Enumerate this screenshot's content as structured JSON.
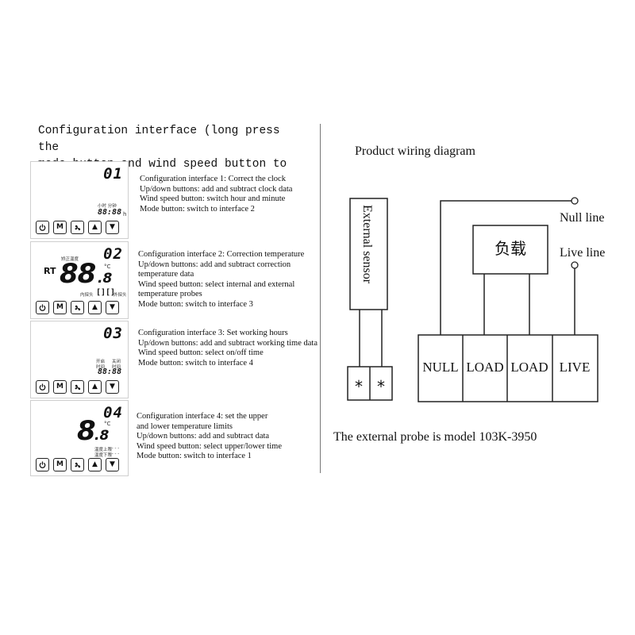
{
  "left": {
    "title_line1": "Configuration interface (long press the",
    "title_line2": "mode button and wind speed button to enter)"
  },
  "buttons": {
    "power": "power-icon",
    "mode": "M",
    "fan": "fan-icon",
    "up": "▲",
    "down": "▼"
  },
  "panels": [
    {
      "code": "01",
      "display": {
        "hour_minute_label": "小时 分钟",
        "time": "88:88",
        "unit": "h"
      },
      "desc": [
        "Configuration interface 1: Correct the clock",
        "Up/down buttons: add and subtract clock data",
        "Wind speed button: switch hour and minute",
        "Mode button: switch to interface 2"
      ]
    },
    {
      "code": "02",
      "display": {
        "rt": "RT",
        "label": "矫正温度",
        "big": "88",
        "small": ".8",
        "unit": "°C",
        "internal": "内探头",
        "brackets": "[][]",
        "external": "外探头"
      },
      "desc": [
        "Configuration interface 2: Correction temperature",
        "Up/down buttons: add and subtract correction",
        "temperature data",
        "Wind speed button: select internal and external",
        "temperature probes",
        "Mode button: switch to interface 3"
      ]
    },
    {
      "code": "03",
      "display": {
        "on_label": "开启",
        "off_label": "关闭",
        "time_label": "时间",
        "time_label2": "时间",
        "time": "88:88"
      },
      "desc": [
        "Configuration interface 3: Set working hours",
        "Up/down buttons: add and subtract working time data",
        "Wind speed button: select on/off time",
        "Mode button: switch to interface 4"
      ]
    },
    {
      "code": "04",
      "display": {
        "big": "8",
        "small": ".8",
        "unit": "°C",
        "upper": "温度上限",
        "lower": "温度下限",
        "dashes": "- - - -"
      },
      "desc": [
        "Configuration interface 4: set the upper",
        "and lower temperature limits",
        "Up/down buttons: add and subtract data",
        "Wind speed button: select upper/lower time",
        "Mode button: switch to interface 1"
      ]
    }
  ],
  "wiring": {
    "title": "Product wiring diagram",
    "sensor_label": "External sensor",
    "sensor_terminals": [
      "*",
      "*"
    ],
    "load_label": "负载",
    "null_line": "Null line",
    "live_line": "Live line",
    "terminals": [
      "NULL",
      "LOAD",
      "LOAD",
      "LIVE"
    ],
    "probe_note": "The external probe is model 103K-3950"
  }
}
